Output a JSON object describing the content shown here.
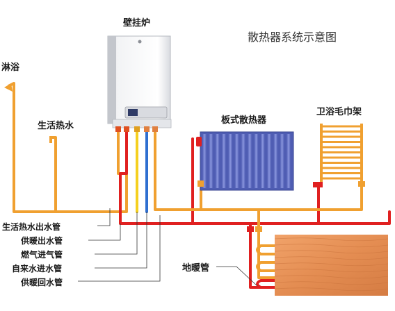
{
  "title": "散热器系统示意图",
  "labels": {
    "boiler": "壁挂炉",
    "shower": "淋浴",
    "hot_water_tap": "生活热水",
    "panel_radiator": "板式散热器",
    "towel_rack": "卫浴毛巾架",
    "floor_heating": "地暖管"
  },
  "pipe_legend": [
    {
      "label": "生活热水出水管",
      "color": "#f0a030"
    },
    {
      "label": "供暖出水管",
      "color": "#e02020"
    },
    {
      "label": "燃气进气管",
      "color": "#f5d020"
    },
    {
      "label": "自来水进水管",
      "color": "#2f6fd0"
    },
    {
      "label": "供暖回水管",
      "color": "#f0a030"
    }
  ],
  "colors": {
    "supply_hot": "#e02020",
    "return_hot": "#f0a030",
    "gas": "#f5d020",
    "cold_water": "#2f6fd0",
    "radiator": "#6a78c8",
    "towel_rack": "#f0a030",
    "floor_wood": "#e8955a"
  }
}
